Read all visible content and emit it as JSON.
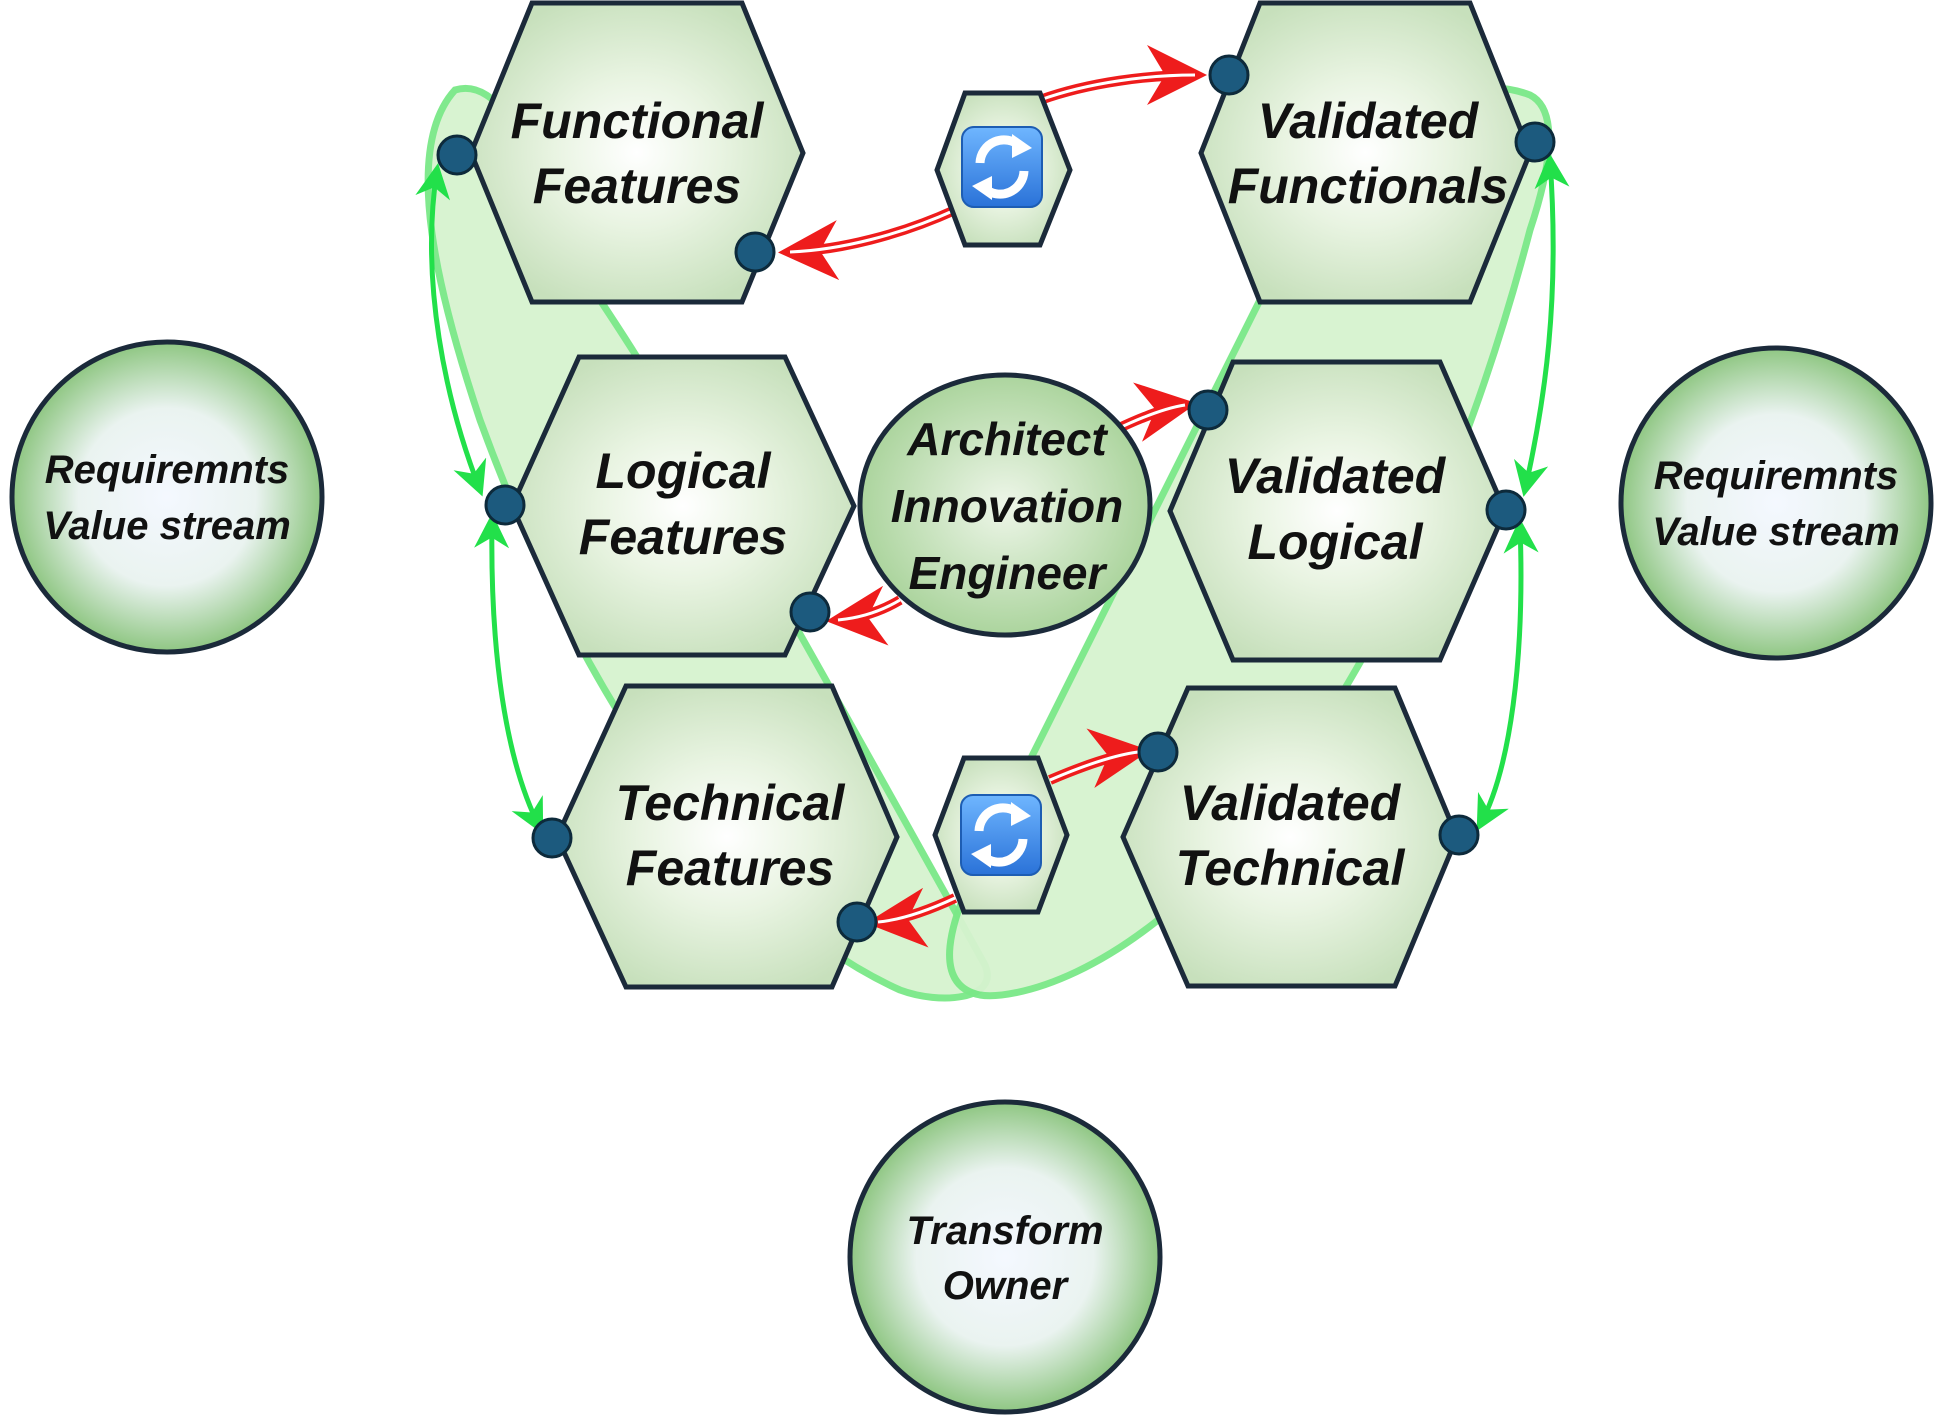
{
  "nodes": {
    "functional_features": {
      "line1": "Functional",
      "line2": "Features"
    },
    "logical_features": {
      "line1": "Logical",
      "line2": "Features"
    },
    "technical_features": {
      "line1": "Technical",
      "line2": "Features"
    },
    "validated_functionals": {
      "line1": "Validated",
      "line2": "Functionals"
    },
    "validated_logical": {
      "line1": "Validated",
      "line2": "Logical"
    },
    "validated_technical": {
      "line1": "Validated",
      "line2": "Technical"
    },
    "architect": {
      "line1": "Architect",
      "line2": "Innovation",
      "line3": "Engineer"
    },
    "req_left": {
      "line1": "Requiremnts",
      "line2": "Value stream"
    },
    "req_right": {
      "line1": "Requiremnts",
      "line2": "Value stream"
    },
    "transform_owner": {
      "line1": "Transform",
      "line2": "Owner"
    }
  },
  "icons": {
    "top_sync": "sync-icon",
    "bottom_sync": "sync-icon"
  },
  "colors": {
    "hex_fill": "#c9e3bf",
    "loop_fill": "#d6f3cf",
    "loop_stroke": "#7ae887",
    "arrow_green": "#22e04a",
    "arrow_red": "#ee1c1c",
    "port_blue": "#1c5a7e",
    "sync_blue": "#3a8ee6"
  }
}
